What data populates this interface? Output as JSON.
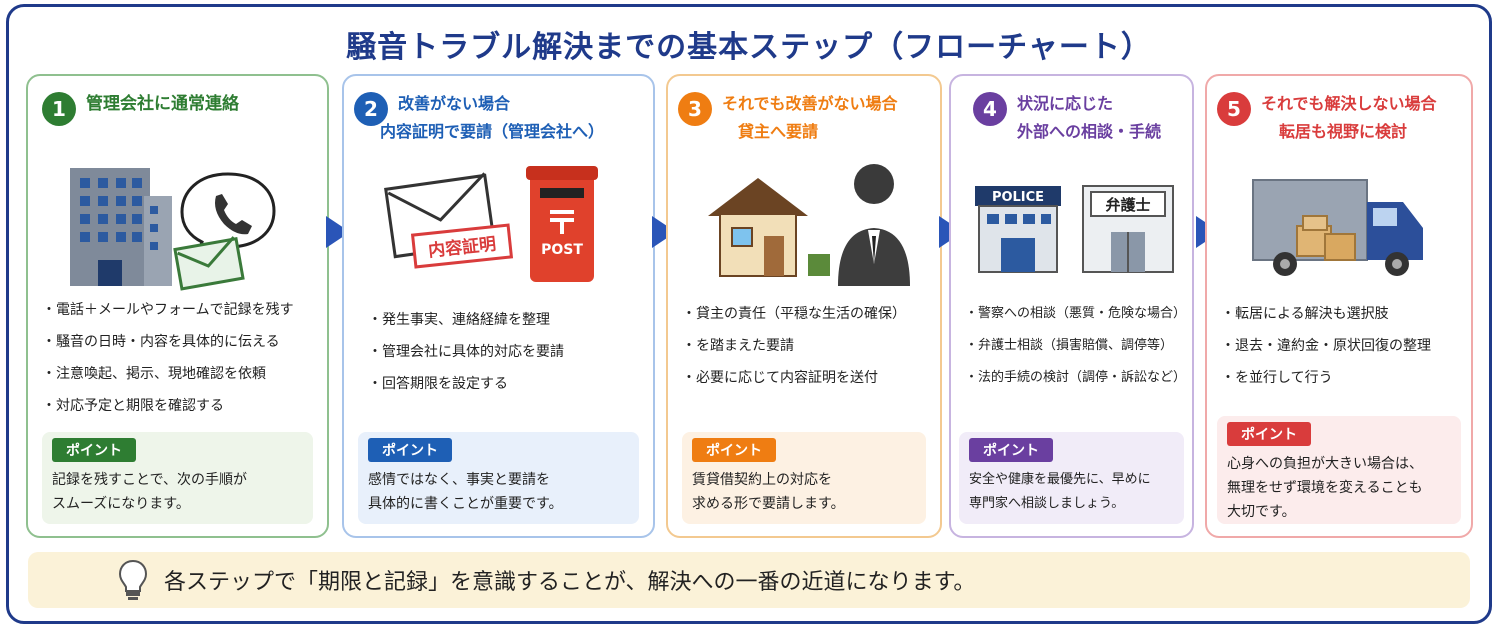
{
  "title": "騒音トラブル解決までの基本ステップ（フローチャート）",
  "steps": [
    {
      "num": "1",
      "head": [
        "管理会社に通常連絡"
      ],
      "bullets": [
        "電話＋メールやフォームで記録を残す",
        "騒音の日時・内容を具体的に伝える",
        "注意喚起、掲示、現地確認を依頼",
        "対応予定と期限を確認する"
      ],
      "point_label": "ポイント",
      "point_text": "記録を残すことで、次の手順が\nスムーズになります。",
      "color": "#2e7d32",
      "border": "#8fc08f",
      "point_bg": "#eef5ea"
    },
    {
      "num": "2",
      "head": [
        "改善がない場合",
        "内容証明で要請（管理会社へ）"
      ],
      "bullets": [
        "発生事実、連絡経緯を整理",
        "管理会社に具体的対応を要請",
        "回答期限を設定する"
      ],
      "point_label": "ポイント",
      "point_text": "感情ではなく、事実と要請を\n具体的に書くことが重要です。",
      "color": "#1e5fb5",
      "border": "#a8c4ea",
      "point_bg": "#e8f0fb",
      "letter_label": "内容証明",
      "post_label": "POST"
    },
    {
      "num": "3",
      "head": [
        "それでも改善がない場合",
        "貸主へ要請"
      ],
      "bullets": [
        "貸主の責任（平穏な生活の確保）",
        "を踏まえた要請",
        "必要に応じて内容証明を送付"
      ],
      "point_label": "ポイント",
      "point_text": "賃貸借契約上の対応を\n求める形で要請します。",
      "color": "#ef7d12",
      "border": "#f3c990",
      "point_bg": "#fdf1e3"
    },
    {
      "num": "4",
      "head": [
        "状況に応じた",
        "外部への相談・手続"
      ],
      "bullets": [
        "警察への相談（悪質・危険な場合）",
        "弁護士相談（損害賠償、調停等）",
        "法的手続の検討（調停・訴訟など）"
      ],
      "point_label": "ポイント",
      "point_text": "安全や健康を最優先に、早めに\n専門家へ相談しましょう。",
      "color": "#6a3fa0",
      "border": "#c7b4e0",
      "point_bg": "#f1ecf8",
      "police_label": "POLICE",
      "lawyer_label": "弁護士"
    },
    {
      "num": "5",
      "head": [
        "それでも解決しない場合",
        "転居も視野に検討"
      ],
      "bullets": [
        "転居による解決も選択肢",
        "退去・違約金・原状回復の整理",
        "を並行して行う"
      ],
      "point_label": "ポイント",
      "point_text": "心身への負担が大きい場合は、\n無理をせず環境を変えることも\n大切です。",
      "color": "#d93c3c",
      "border": "#f0a9a9",
      "point_bg": "#fcecec"
    }
  ],
  "footer": "各ステップで「期限と記録」を意識することが、解決への一番の近道になります。",
  "arrow_color": "#2a55b8"
}
